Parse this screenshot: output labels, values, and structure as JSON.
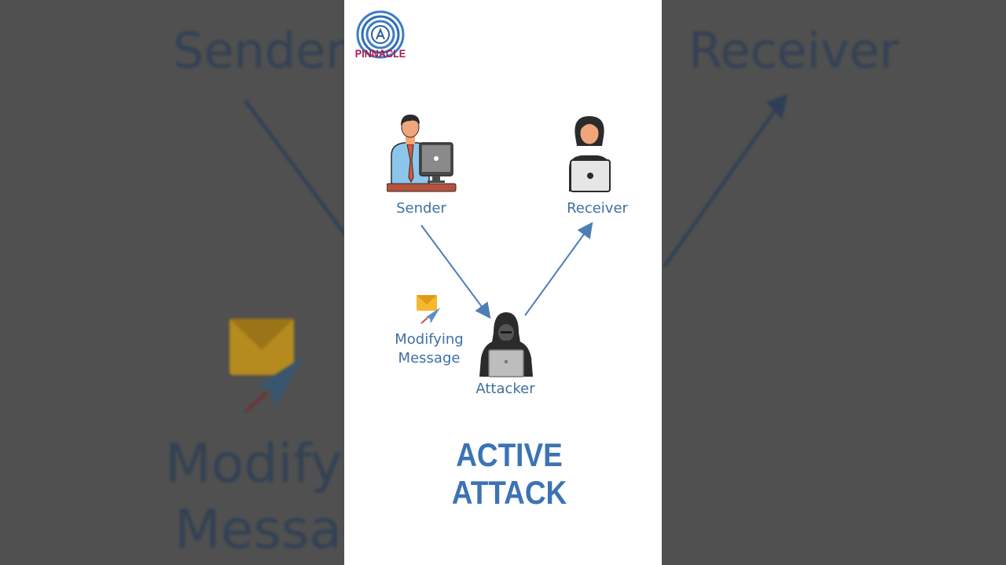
{
  "brand": {
    "name": "PINNACLE",
    "color": "#b0174a"
  },
  "diagram": {
    "title": "ACTIVE ATTACK",
    "nodes": {
      "sender": "Sender",
      "receiver": "Receiver",
      "attacker": "Attacker",
      "message": "Modifying Message"
    },
    "background_labels": {
      "sender": "Sender",
      "receiver": "Receiver",
      "message_line1": "Modifying",
      "message_line2": "Message"
    },
    "colors": {
      "label": "#3f6fa4",
      "title": "#3c73b5",
      "arrow": "#4d7fb5"
    },
    "edges": [
      {
        "from": "sender",
        "to": "attacker"
      },
      {
        "from": "attacker",
        "to": "receiver"
      }
    ]
  }
}
